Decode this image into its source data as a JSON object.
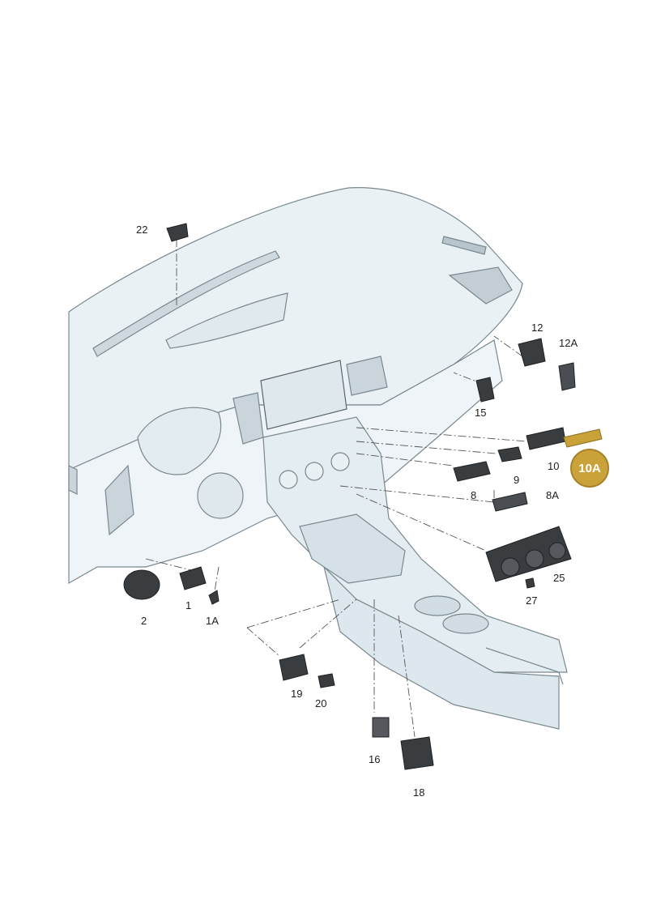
{
  "diagram": {
    "callouts": {
      "p22": "22",
      "p12": "12",
      "p12a": "12A",
      "p15": "15",
      "p10": "10",
      "p10a": "10A",
      "p9": "9",
      "p8": "8",
      "p8a": "8A",
      "p25": "25",
      "p27": "27",
      "p2": "2",
      "p1": "1",
      "p1a": "1A",
      "p19": "19",
      "p20": "20",
      "p16": "16",
      "p18": "18"
    },
    "highlight_color": "#c9a23a",
    "dashboard_color": "#e9f1f5",
    "outline_color": "#6e7c85",
    "part_color": "#3a3d40"
  }
}
